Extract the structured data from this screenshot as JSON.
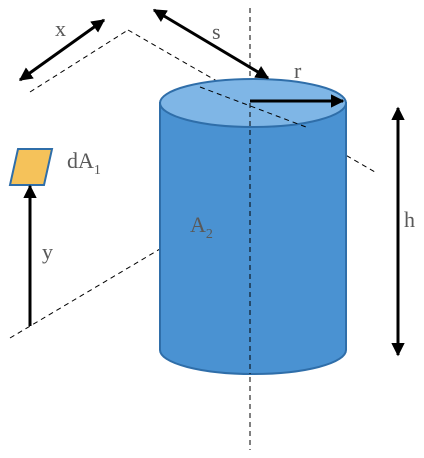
{
  "labels": {
    "x": "x",
    "s": "s",
    "r": "r",
    "h": "h",
    "y": "y",
    "dA_main": "dA",
    "dA_sub": "1",
    "A_main": "A",
    "A_sub": "2"
  },
  "colors": {
    "cylinder_body": "#4a92d2",
    "cylinder_edge": "#2f6ea9",
    "cylinder_top": "#7fb6e6",
    "element_fill": "#f5c25a",
    "element_edge": "#2f6ea9",
    "line": "#000000",
    "label": "#595959"
  }
}
